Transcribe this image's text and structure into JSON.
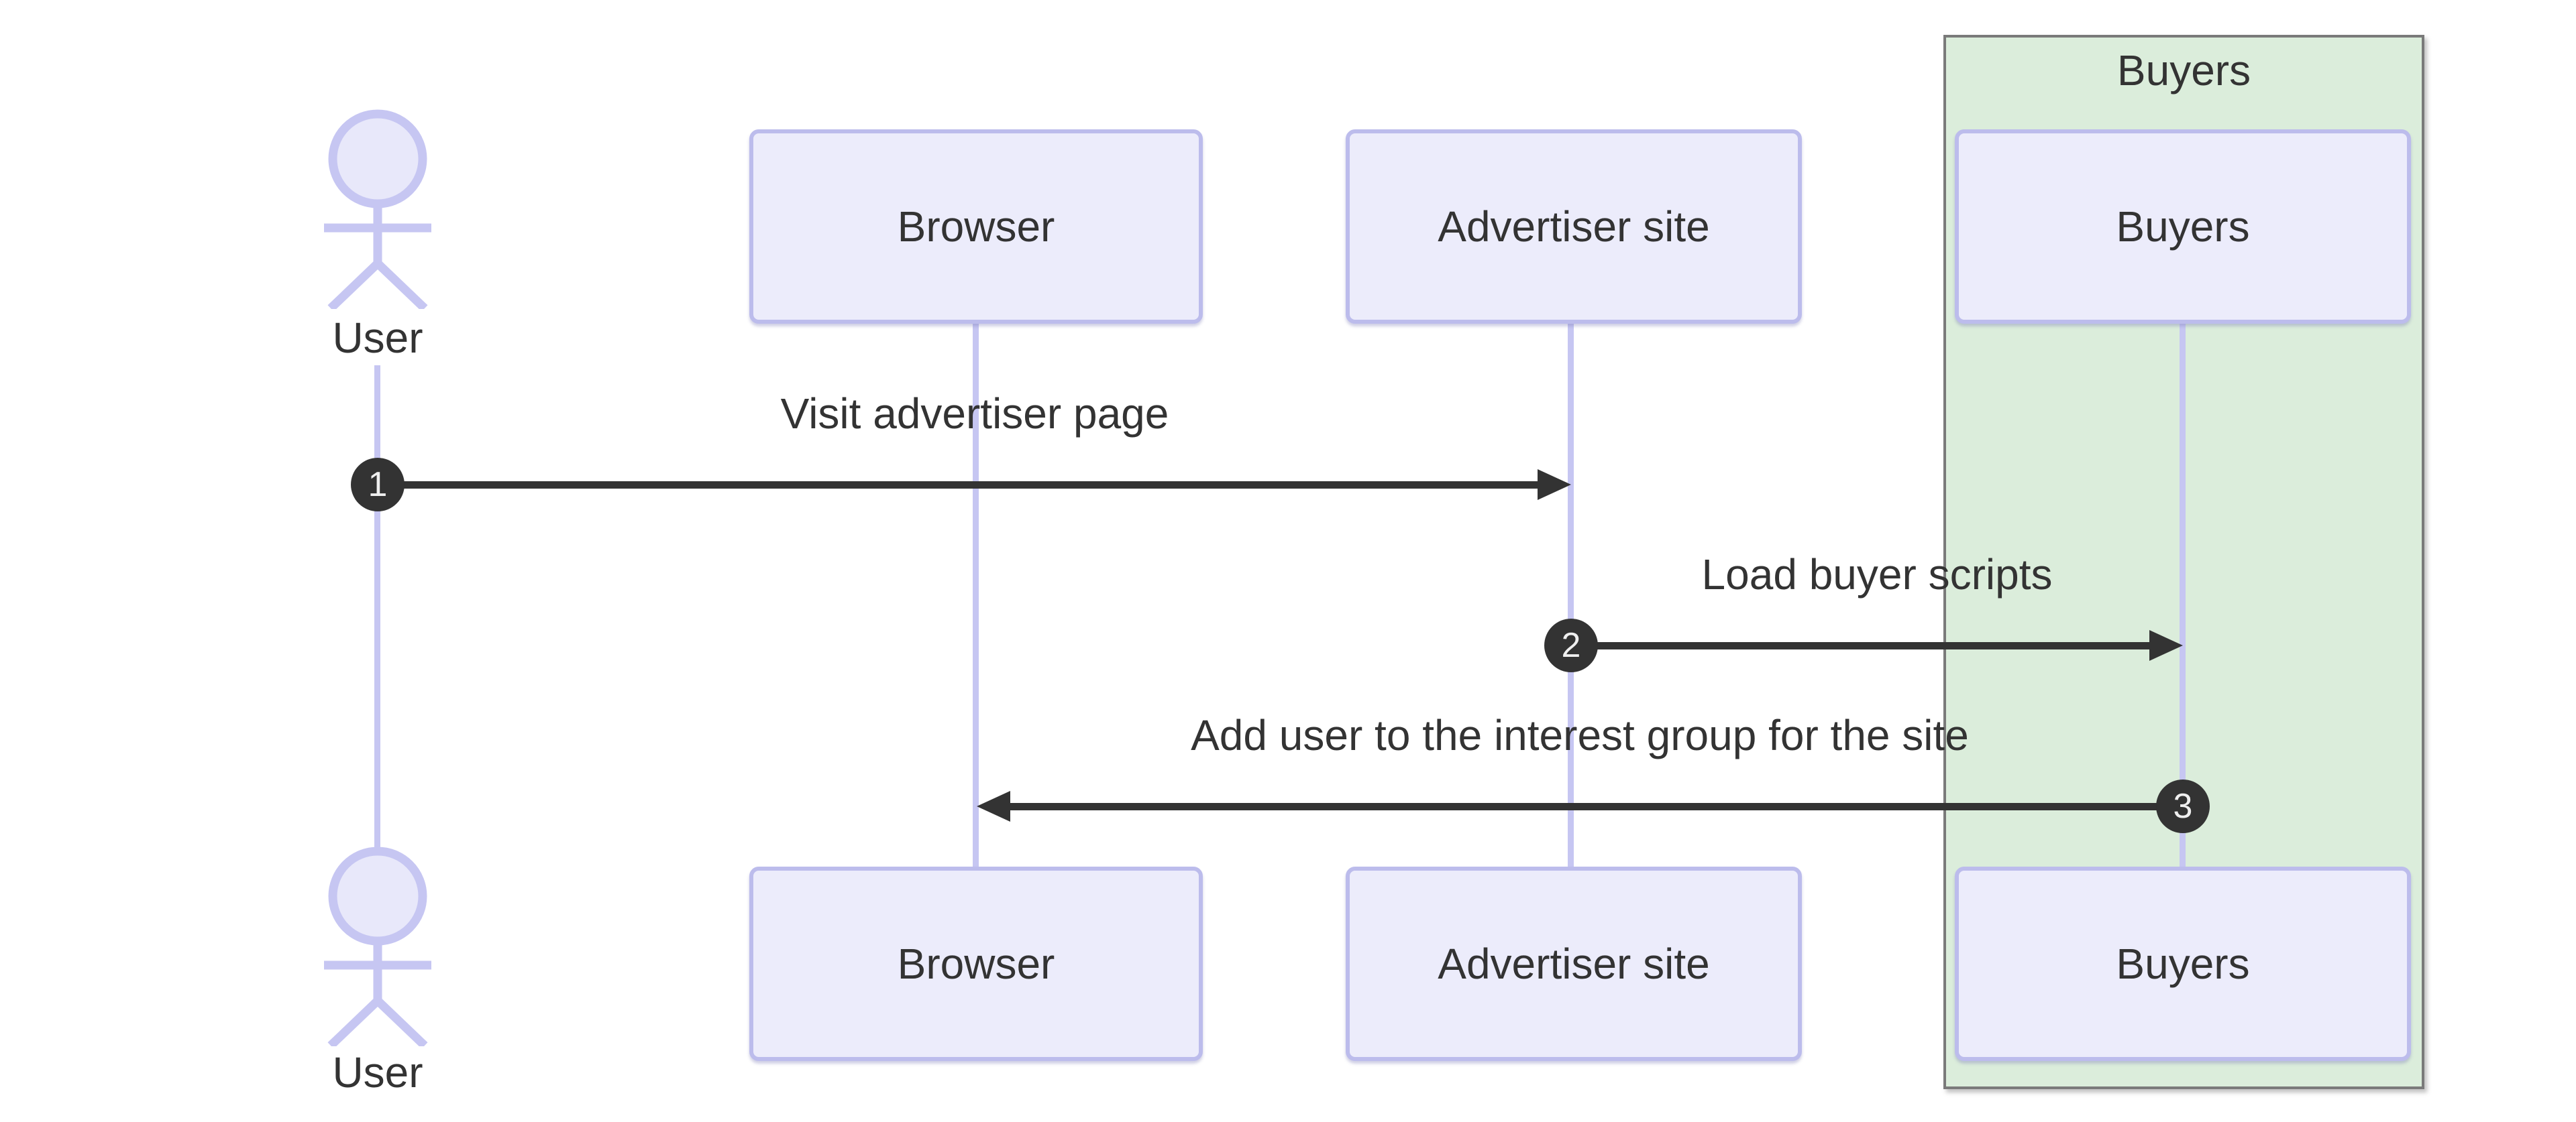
{
  "diagram": {
    "type": "sequence-diagram",
    "actors": [
      {
        "label": "User",
        "kind": "actor"
      },
      {
        "label": "Browser",
        "kind": "participant"
      },
      {
        "label": "Advertiser site",
        "kind": "participant"
      },
      {
        "label": "Buyers",
        "kind": "participant",
        "group": "Buyers"
      }
    ],
    "group": {
      "label": "Buyers"
    },
    "messages": [
      {
        "number": "1",
        "text": "Visit advertiser page",
        "from": "User",
        "to": "Advertiser site"
      },
      {
        "number": "2",
        "text": "Load buyer scripts",
        "from": "Advertiser site",
        "to": "Buyers"
      },
      {
        "number": "3",
        "text": "Add user to the interest group for the site",
        "from": "Buyers",
        "to": "Browser"
      }
    ]
  },
  "colors": {
    "participant_fill": "#ECECFB",
    "participant_border": "#BCBCEC",
    "lifeline": "#C6C6F2",
    "actor_stroke": "#C6C6F2",
    "actor_head_fill": "#E8E8FA",
    "group_fill": "#DBEDDB",
    "group_border": "#7A7A7A",
    "message": "#333333",
    "badge_bg": "#333333",
    "badge_text": "#EFEFEF",
    "background": "#FFFFFF"
  }
}
